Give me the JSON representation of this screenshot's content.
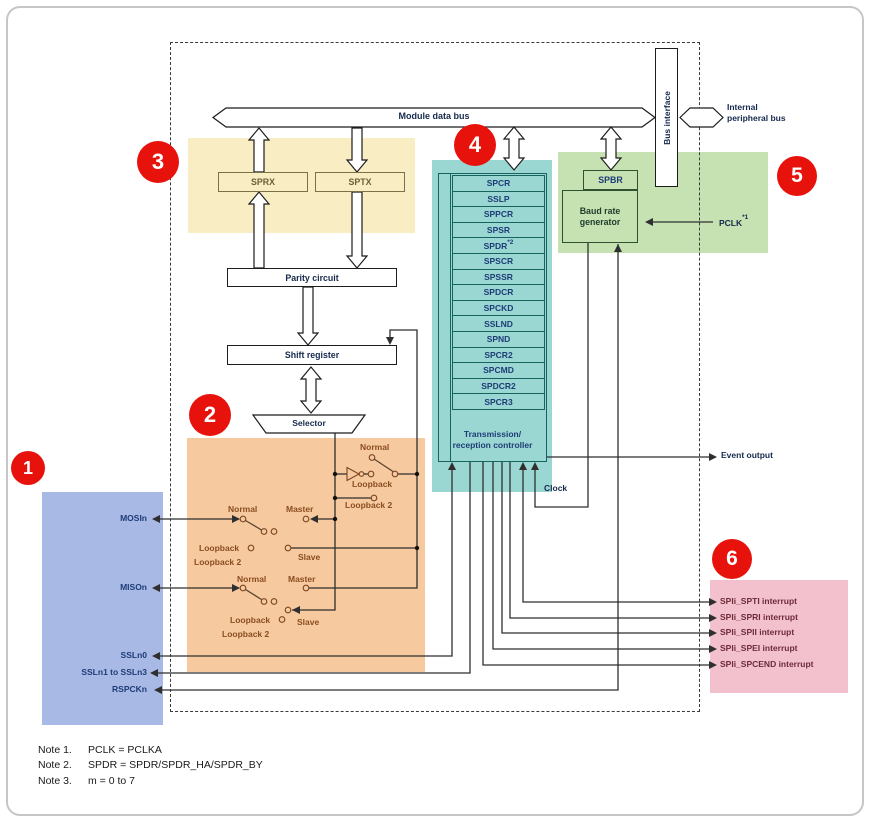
{
  "colors": {
    "badge_red": "#e8120c",
    "region_yellow": "#f8edc3",
    "region_orange": "#f6c99f",
    "region_blue": "#a9b9e6",
    "region_teal": "#9ad7d2",
    "region_green": "#c6e2b2",
    "region_pink": "#f3c1cd"
  },
  "badges": {
    "b1": "1",
    "b2": "2",
    "b3": "3",
    "b4": "4",
    "b5": "5",
    "b6": "6"
  },
  "bus": {
    "module_data_bus": "Module data bus",
    "bus_interface": "Bus interface",
    "ipb_line1": "Internal",
    "ipb_line2": "peripheral bus"
  },
  "buffers": {
    "sprx": "SPRX",
    "sptx": "SPTX"
  },
  "blocks": {
    "parity": "Parity circuit",
    "shift": "Shift register",
    "selector": "Selector",
    "controller_line1": "Transmission/",
    "controller_line2": "reception controller",
    "spbr": "SPBR",
    "baud_line1": "Baud rate",
    "baud_line2": "generator"
  },
  "registers": [
    {
      "label": "SPCR",
      "sup": ""
    },
    {
      "label": "SSLP",
      "sup": ""
    },
    {
      "label": "SPPCR",
      "sup": ""
    },
    {
      "label": "SPSR",
      "sup": ""
    },
    {
      "label": "SPDR",
      "sup": "*2"
    },
    {
      "label": "SPSCR",
      "sup": ""
    },
    {
      "label": "SPSSR",
      "sup": ""
    },
    {
      "label": "SPDCR",
      "sup": ""
    },
    {
      "label": "SPCKD",
      "sup": ""
    },
    {
      "label": "SSLND",
      "sup": ""
    },
    {
      "label": "SPND",
      "sup": ""
    },
    {
      "label": "SPCR2",
      "sup": ""
    },
    {
      "label": "SPCMD",
      "sup": ""
    },
    {
      "label": "SPDCR2",
      "sup": ""
    },
    {
      "label": "SPCR3",
      "sup": ""
    }
  ],
  "signals": {
    "clock": "Clock",
    "event_output": "Event output",
    "pclk_label": "PCLK",
    "pclk_sup": "*1"
  },
  "pins": {
    "mosi": "MOSIn",
    "miso": "MISOn",
    "ssl0": "SSLn0",
    "ssl1to3": "SSLn1 to SSLn3",
    "rspck": "RSPCKn"
  },
  "switches": {
    "top_normal": "Normal",
    "top_loopback": "Loopback",
    "top_loopback2": "Loopback 2",
    "mosi_normal": "Normal",
    "mosi_master": "Master",
    "mosi_loopback": "Loopback",
    "mosi_loopback2": "Loopback 2",
    "mosi_slave": "Slave",
    "miso_normal": "Normal",
    "miso_master": "Master",
    "miso_loopback": "Loopback",
    "miso_loopback2": "Loopback 2",
    "miso_slave": "Slave"
  },
  "interrupts": [
    "SPIi_SPTI interrupt",
    "SPIi_SPRI interrupt",
    "SPIi_SPII interrupt",
    "SPIi_SPEI interrupt",
    "SPIi_SPCEND interrupt"
  ],
  "notes": [
    {
      "label": "Note 1.",
      "text": "PCLK = PCLKA"
    },
    {
      "label": "Note 2.",
      "text": "SPDR = SPDR/SPDR_HA/SPDR_BY"
    },
    {
      "label": "Note 3.",
      "text": "m = 0 to 7"
    }
  ]
}
